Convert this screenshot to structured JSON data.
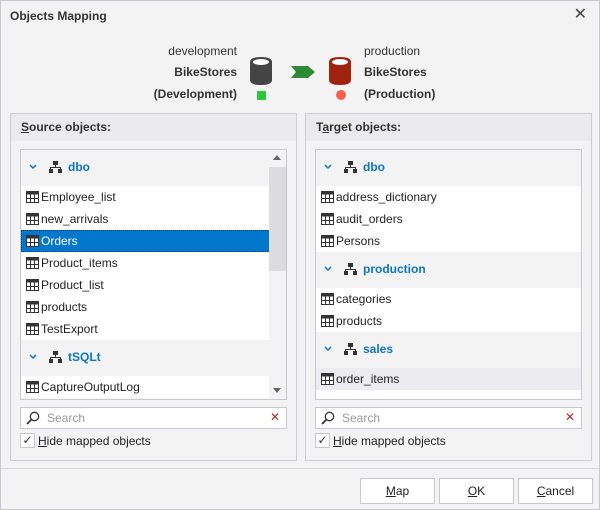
{
  "window": {
    "title": "Objects Mapping",
    "close_glyph": "✕"
  },
  "source_connection": {
    "environment": "development",
    "database": "BikeStores",
    "label": "(Development)",
    "db_color": "#444444",
    "marker_color": "#2ec93a"
  },
  "target_connection": {
    "environment": "production",
    "database": "BikeStores",
    "label": "(Production)",
    "db_color": "#a0230f",
    "marker_color": "#f5604b"
  },
  "arrow_color": "#2f8a34",
  "source_panel": {
    "title_accel": "S",
    "title_rest": "ource objects:",
    "groups": [
      {
        "name": "dbo",
        "items": [
          "Employee_list",
          "new_arrivals",
          "Orders",
          "Product_items",
          "Product_list",
          "products",
          "TestExport"
        ]
      },
      {
        "name": "tSQLt",
        "items": [
          "CaptureOutputLog"
        ]
      }
    ],
    "selected_item": "Orders",
    "search": {
      "placeholder": "Search",
      "value": ""
    },
    "hide_mapped": {
      "accel": "H",
      "rest": "ide mapped objects",
      "checked": true,
      "check_glyph": "✓"
    }
  },
  "target_panel": {
    "title_first": "T",
    "title_accel": "a",
    "title_rest": "rget objects:",
    "groups": [
      {
        "name": "dbo",
        "items": [
          "address_dictionary",
          "audit_orders",
          "Persons"
        ]
      },
      {
        "name": "production",
        "items": [
          "categories",
          "products"
        ]
      },
      {
        "name": "sales",
        "items": [
          "order_items"
        ]
      }
    ],
    "hovered_item": "order_items",
    "search": {
      "placeholder": "Search",
      "value": ""
    },
    "hide_mapped": {
      "accel": "H",
      "rest": "ide mapped objects",
      "checked": true,
      "check_glyph": "✓"
    }
  },
  "buttons": {
    "map": {
      "accel": "M",
      "rest": "ap"
    },
    "ok": {
      "accel": "O",
      "rest": "K"
    },
    "cancel": {
      "accel": "C",
      "rest": "ancel"
    }
  },
  "clear_glyph": "✕",
  "accent_color": "#0277cc",
  "group_color": "#0a76c8"
}
